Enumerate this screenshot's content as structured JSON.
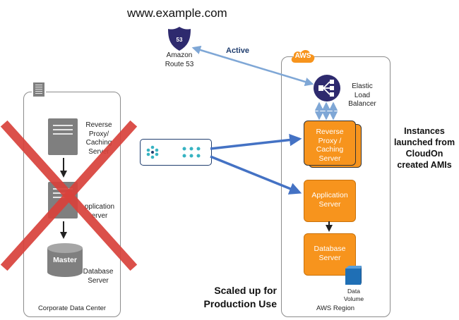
{
  "header": {
    "domain": "www.example.com"
  },
  "route53": {
    "icon": "shield-icon",
    "label": "Amazon Route 53",
    "link_label": "Active"
  },
  "corporate": {
    "label": "Corporate Data Center",
    "reverse_proxy_label": "Reverse Proxy/ Caching Server",
    "application_label": "pplication erver",
    "database_label": "Database Server",
    "master_label": "Master",
    "icon": "building-icon",
    "status": "crossed-out",
    "cross_color": "#d9423b"
  },
  "aws": {
    "badge": "AWS",
    "region_label": "AWS Region",
    "elb_label": "Elastic Load Balancer",
    "reverse_proxy_label": "Reverse Proxy / Caching Server",
    "application_label": "Application Server",
    "database_label": "Database Server",
    "data_volume_label": "Data Volume",
    "accent": "#f7941d",
    "elb_color": "#2e2a6e"
  },
  "switch": {
    "icon": "network-switch-icon"
  },
  "notes": {
    "instances": "Instances launched from CloudOn created AMIs",
    "scaled": "Scaled up for Production Use"
  },
  "colors": {
    "arrow": "#4472c4",
    "link": "#7fa7d6"
  }
}
